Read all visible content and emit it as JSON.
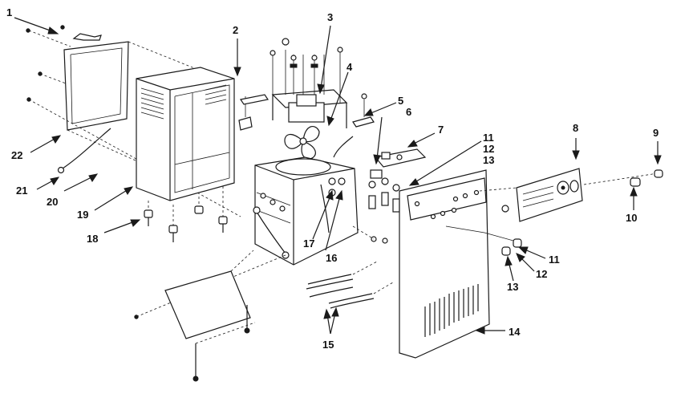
{
  "callouts": [
    {
      "id": "c1",
      "text": "1"
    },
    {
      "id": "c2",
      "text": "2"
    },
    {
      "id": "c3",
      "text": "3"
    },
    {
      "id": "c4",
      "text": "4"
    },
    {
      "id": "c5",
      "text": "5"
    },
    {
      "id": "c6",
      "text": "6"
    },
    {
      "id": "c7",
      "text": "7"
    },
    {
      "id": "c8",
      "text": "8"
    },
    {
      "id": "c9",
      "text": "9"
    },
    {
      "id": "c10",
      "text": "10"
    },
    {
      "id": "c11a",
      "text": "11"
    },
    {
      "id": "c12a",
      "text": "12"
    },
    {
      "id": "c13a",
      "text": "13"
    },
    {
      "id": "c11b",
      "text": "11"
    },
    {
      "id": "c12b",
      "text": "12"
    },
    {
      "id": "c13b",
      "text": "13"
    },
    {
      "id": "c14",
      "text": "14"
    },
    {
      "id": "c15",
      "text": "15"
    },
    {
      "id": "c16",
      "text": "16"
    },
    {
      "id": "c17",
      "text": "17"
    },
    {
      "id": "c18",
      "text": "18"
    },
    {
      "id": "c19",
      "text": "19"
    },
    {
      "id": "c20",
      "text": "20"
    },
    {
      "id": "c21",
      "text": "21"
    },
    {
      "id": "c22",
      "text": "22"
    }
  ]
}
